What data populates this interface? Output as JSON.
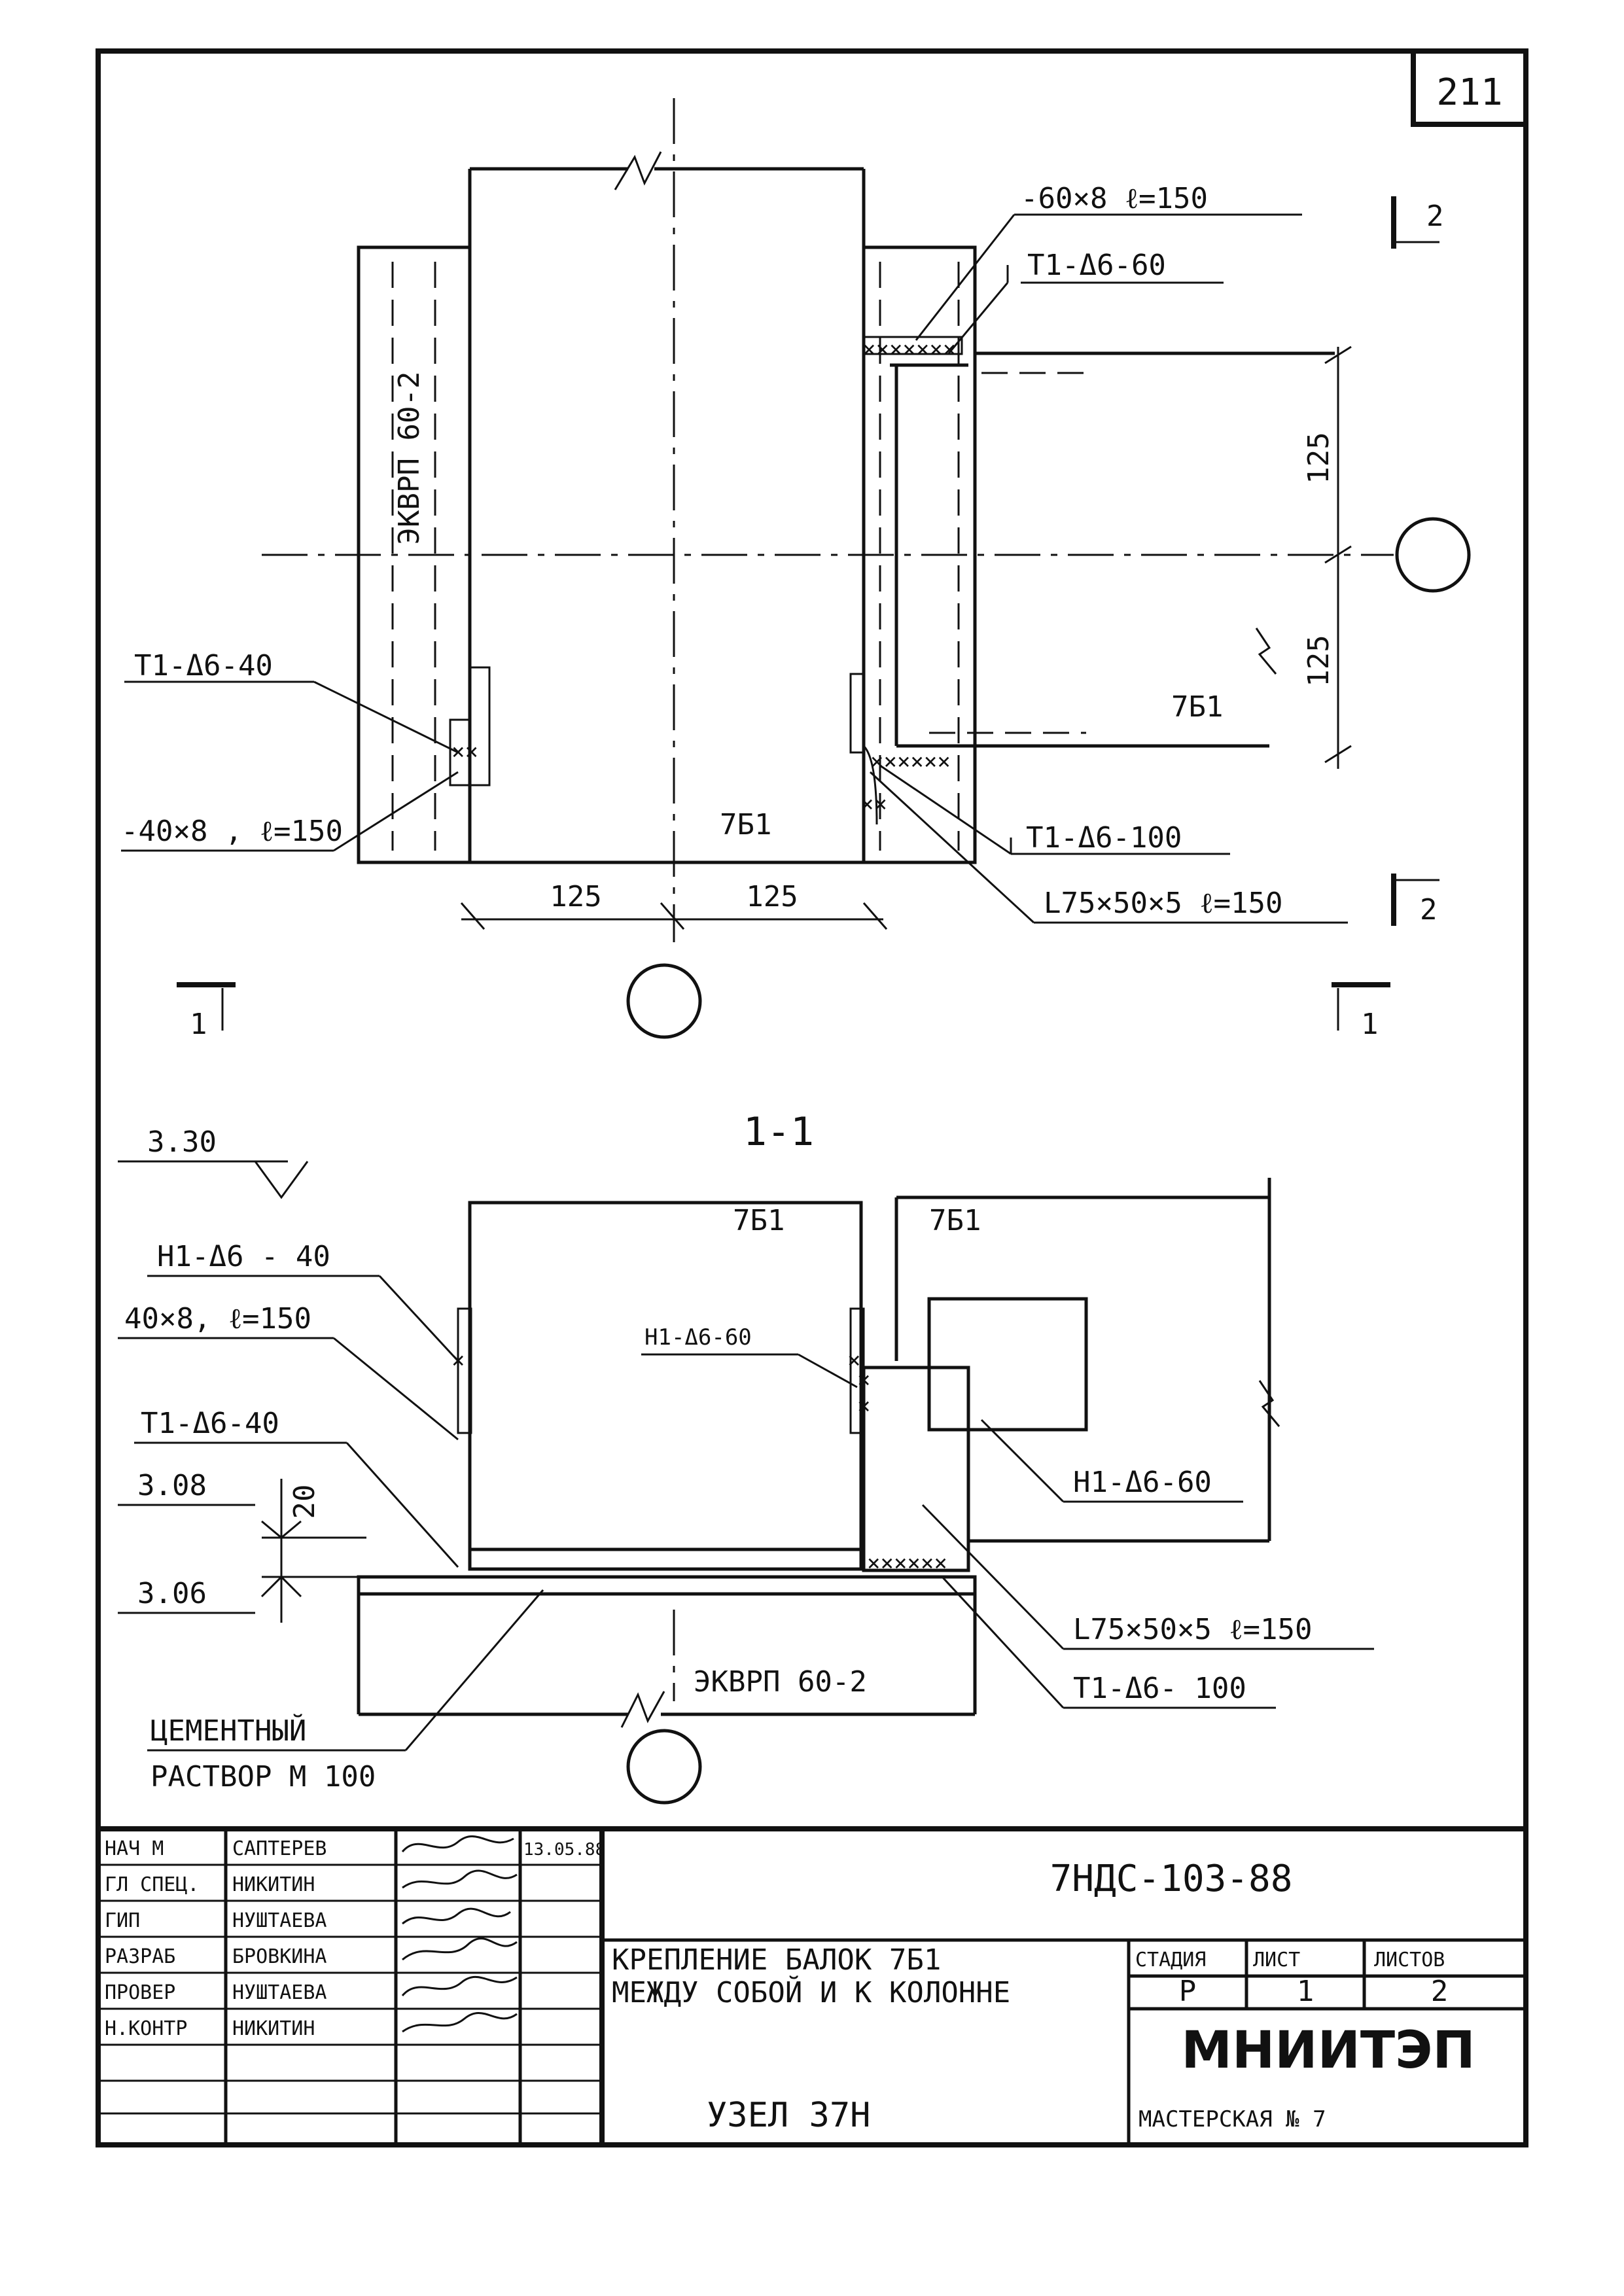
{
  "sheet_number": "211",
  "plan": {
    "column_label": "ЭКВРП 60-2",
    "plate_top": "-60×8  ℓ=150",
    "weld_top": "Т1-Δ6-60",
    "weld_left": "Т1-Δ6-40",
    "plate_left": "-40×8 , ℓ=150",
    "beam_lower": "7Б1",
    "beam_right": "7Б1",
    "weld_right": "Т1-Δ6-100",
    "angle": "L75×50×5  ℓ=150",
    "dim_125_a": "125",
    "dim_125_b": "125",
    "dim_125_c": "125",
    "dim_125_d": "125",
    "section_mark_2": "2",
    "section_mark_1": "1"
  },
  "section": {
    "title": "1-1",
    "level_330": "3.30",
    "level_308": "3.08",
    "level_306": "3.06",
    "dim_20": "20",
    "weld_h1_40": "Н1-Δ6 - 40",
    "plate_40": "40×8, ℓ=150",
    "weld_t1_40": "Т1-Δ6-40",
    "beam_left": "7Б1",
    "beam_right": "7Б1",
    "weld_h1_60": "Н1-Δ6-60",
    "weld_h1_60b": "Н1-Δ6-60",
    "angle": "L75×50×5  ℓ=150",
    "weld_t1_100": "Т1-Δ6- 100",
    "column_label": "ЭКВРП 60-2",
    "cement_1": "ЦЕМЕНТНЫЙ",
    "cement_2": "РАСТВОР М 100"
  },
  "title_block": {
    "roles": [
      "НАЧ М",
      "ГЛ СПЕЦ.",
      "ГИП",
      "РАЗРАБ",
      "ПРОВЕР",
      "Н.КОНТР"
    ],
    "names": [
      "САПТЕРЕВ",
      "НИКИТИН",
      "НУШТАЕВА",
      "БРОВКИНА",
      "НУШТАЕВА",
      "НИКИТИН"
    ],
    "date": "13.05.88",
    "doc_code": "7НДС-103-88",
    "title_1": "КРЕПЛЕНИЕ БАЛОК 7Б1",
    "title_2": "МЕЖДУ СОБОЙ И К КОЛОННЕ",
    "node": "УЗЕЛ 37Н",
    "h_stage": "СТАДИЯ",
    "h_sheet": "ЛИСТ",
    "h_sheets": "ЛИСТОВ",
    "stage": "Р",
    "sheet": "1",
    "sheets": "2",
    "org": "МНИИТЭП",
    "workshop": "МАСТЕРСКАЯ  № 7"
  }
}
